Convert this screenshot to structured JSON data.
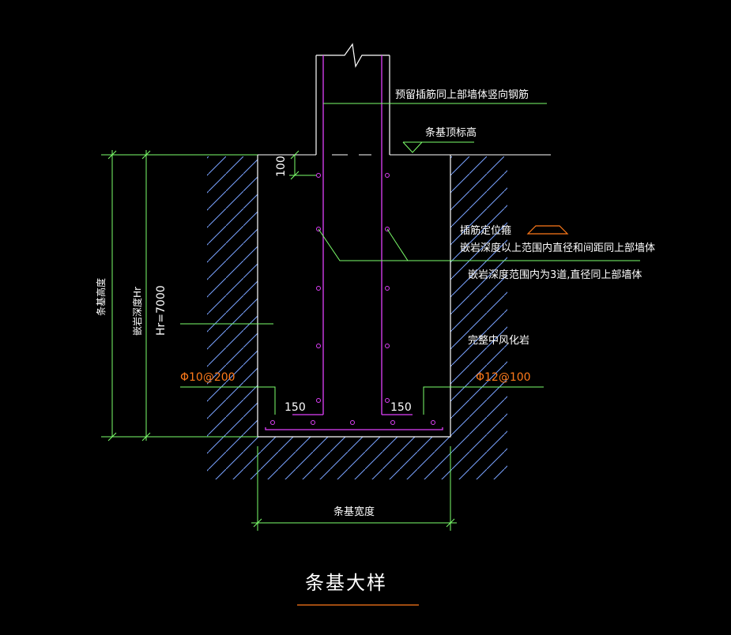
{
  "drawing": {
    "title": "条基大样",
    "annotations": {
      "reserved_dowel": "预留插筋同上部墙体竖向钢筋",
      "top_elevation": "条基顶标高",
      "dowel_stirrup": "插筋定位箍",
      "stirrup_above": "嵌岩深度以上范围内直径和间距同上部墙体",
      "stirrup_within": "嵌岩深度范围内为3道,直径同上部墙体",
      "rock": "完整中风化岩",
      "rebar_left": "Φ10@200",
      "rebar_right": "Φ12@100",
      "cover_left": "150",
      "cover_right": "150",
      "top_offset": "100",
      "width_label": "条基宽度",
      "height_label": "条基高度",
      "embed_label": "嵌岩深度Hr",
      "embed_value": "Hr=7000"
    },
    "colors": {
      "line": "#7cff6b",
      "rebar": "#e040fb",
      "text": "#ffffff",
      "spec": "#ff7a1a",
      "hatch": "#7aa2ff",
      "title_underline": "#ff7a1a"
    }
  }
}
